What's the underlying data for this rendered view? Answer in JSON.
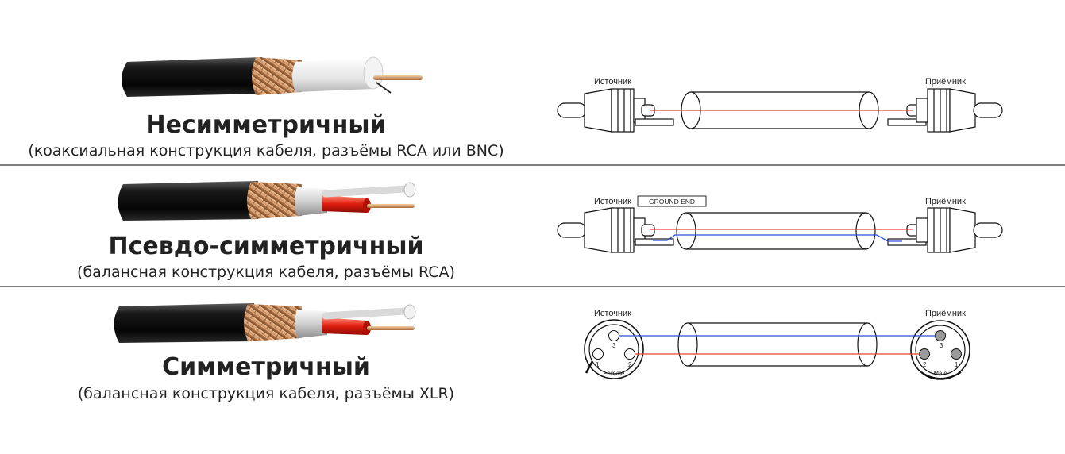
{
  "sections": [
    {
      "title": "Несимметричный",
      "subtitle": "(коаксиальная конструкция кабеля, разъёмы RCA или BNC)",
      "source_label": "Источник",
      "dest_label": "Приёмник"
    },
    {
      "title": "Псевдо-симметричный",
      "subtitle": "(балансная конструкция кабеля, разъёмы RCA)",
      "source_label": "Источник",
      "ground_label": "GROUND END",
      "dest_label": "Приёмник"
    },
    {
      "title": "Симметричный",
      "subtitle": "(балансная конструкция кабеля, разъёмы XLR)",
      "source_label": "Источник",
      "dest_label": "Приёмник",
      "female_label": "Female",
      "male_label": "Male",
      "pins": [
        "1",
        "2",
        "3"
      ]
    }
  ],
  "colors": {
    "signal": "#e8452c",
    "return": "#2c4fd6",
    "jacket": "#111111",
    "braid": "#c98b5a",
    "divider": "#555555"
  }
}
